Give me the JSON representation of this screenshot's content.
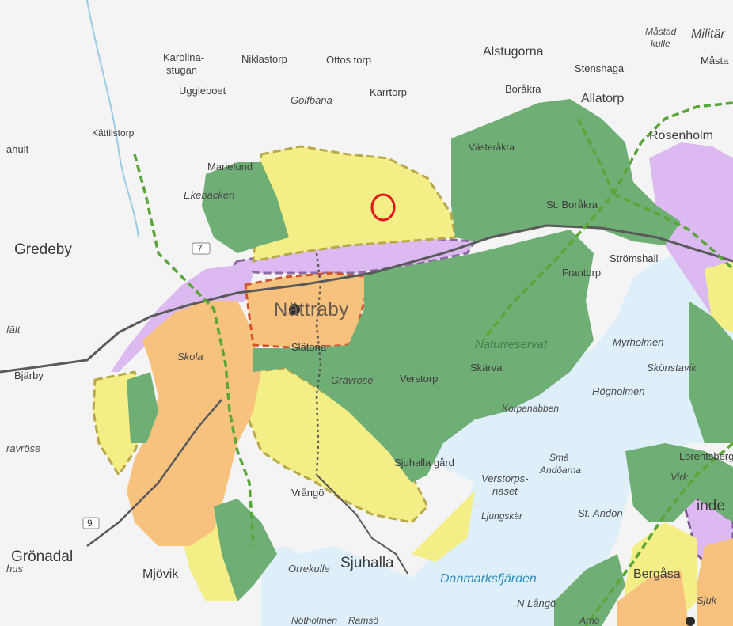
{
  "map": {
    "marker_icon": "red-circle-marker",
    "colors": {
      "residential": "#f6c27e",
      "mixed": "#f4ee86",
      "green": "#6fae74",
      "industry": "#dcb9f0",
      "water": "#dfeff9",
      "route": "#5aa63a",
      "marker": "#e3141b"
    },
    "labels": {
      "karolinastugan_1": "Karolina-",
      "karolinastugan_2": "stugan",
      "niklastorp": "Niklastorp",
      "ottos_torp": "Ottos torp",
      "alstugorna": "Alstugorna",
      "mastad_kulle_1": "Måstad",
      "mastad_kulle_2": "kulle",
      "militar": "Militär",
      "masta": "Måsta",
      "stenshaga": "Stenshaga",
      "uggleboet": "Uggleboet",
      "golfbana": "Golfbana",
      "karrtorp": "Kärrtorp",
      "borakra": "Boråkra",
      "allatorp": "Allatorp",
      "kattilstorp": "Kättilstorp",
      "rosenholm": "Rosenholm",
      "ahult": "ahult",
      "marielund": "Marielund",
      "vasterakra": "Västeråkra",
      "ekebacken": "Ekebacken",
      "st_borakra": "St. Boråkra",
      "gredeby": "Gredeby",
      "road_7": "7",
      "stromshall": "Strömshall",
      "frantorp": "Frantorp",
      "nattraby": "Nättraby",
      "falt": "fält",
      "skola": "Skola",
      "slatona": "Slätona",
      "naturreservat": "Naturreservat",
      "myrholmen": "Myrholmen",
      "skonstavik": "Skönstavik",
      "skarva": "Skärva",
      "bjarby": "Bjärby",
      "gravrose_1": "Gravröse",
      "verstorp": "Verstorp",
      "hogholmen": "Högholmen",
      "korpanabben": "Korpanabben",
      "ravrose": "ravröse",
      "sma_andoarna_1": "Små",
      "sma_andoarna_2": "Andöarna",
      "lorentsberg": "Lorentsberg",
      "sjuhalla_gard": "Sjuhalla gård",
      "verstorpsnaset_1": "Verstorps-",
      "verstorpsnaset_2": "näset",
      "virk": "Virk",
      "vrango": "Vrångö",
      "ljungskar": "Ljungskär",
      "st_andon": "St. Andön",
      "inde": "inde",
      "road_9": "9",
      "gronadal": "Grönadal",
      "hus": "hus",
      "mjovik": "Mjövik",
      "orrekulle": "Orrekulle",
      "sjuhalla": "Sjuhalla",
      "danmarksfjarden": "Danmarksfjärden",
      "bergasa": "Bergåsa",
      "sjuk": "Sjuk",
      "n_lango": "N Långö",
      "arno": "Arnö",
      "notholmen": "Nötholmen",
      "ramso": "Ramsö"
    }
  }
}
